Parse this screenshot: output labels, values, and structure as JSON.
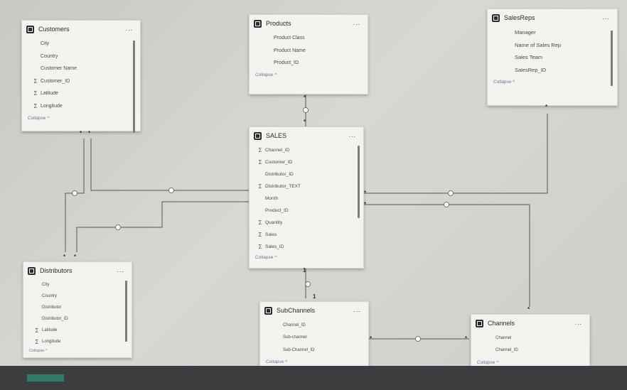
{
  "tables": {
    "customers": {
      "title": "Customers",
      "fields": [
        {
          "name": "City",
          "sum": false
        },
        {
          "name": "Country",
          "sum": false
        },
        {
          "name": "Customer Name",
          "sum": false
        },
        {
          "name": "Customer_ID",
          "sum": true
        },
        {
          "name": "Latitude",
          "sum": true
        },
        {
          "name": "Longitude",
          "sum": true
        }
      ]
    },
    "products": {
      "title": "Products",
      "fields": [
        {
          "name": "Product Class",
          "sum": false
        },
        {
          "name": "Product Name",
          "sum": false
        },
        {
          "name": "Product_ID",
          "sum": false
        }
      ]
    },
    "salesreps": {
      "title": "SalesReps",
      "fields": [
        {
          "name": "Manager",
          "sum": false
        },
        {
          "name": "Name of Sales Rep",
          "sum": false
        },
        {
          "name": "Sales Team",
          "sum": false
        },
        {
          "name": "SalesRep_ID",
          "sum": false
        }
      ]
    },
    "sales": {
      "title": "SALES",
      "fields": [
        {
          "name": "Channel_ID",
          "sum": true
        },
        {
          "name": "Customer_ID",
          "sum": true
        },
        {
          "name": "Distributor_ID",
          "sum": false
        },
        {
          "name": "Distributor_TEXT",
          "sum": true
        },
        {
          "name": "Month",
          "sum": false
        },
        {
          "name": "Product_ID",
          "sum": false
        },
        {
          "name": "Quantity",
          "sum": true
        },
        {
          "name": "Sales",
          "sum": true
        },
        {
          "name": "Sales_ID",
          "sum": true
        }
      ]
    },
    "distributors": {
      "title": "Distributors",
      "fields": [
        {
          "name": "City",
          "sum": false
        },
        {
          "name": "Country",
          "sum": false
        },
        {
          "name": "Distributor",
          "sum": false
        },
        {
          "name": "Distributor_ID",
          "sum": false
        },
        {
          "name": "Latitude",
          "sum": true
        },
        {
          "name": "Longitude",
          "sum": true
        }
      ]
    },
    "subchannels": {
      "title": "SubChannels",
      "fields": [
        {
          "name": "Channel_ID",
          "sum": false
        },
        {
          "name": "Sub-channel",
          "sum": false
        },
        {
          "name": "Sub-Channel_ID",
          "sum": false
        }
      ]
    },
    "channels": {
      "title": "Channels",
      "fields": [
        {
          "name": "Channel",
          "sum": false
        },
        {
          "name": "Channel_ID",
          "sum": false
        }
      ]
    }
  },
  "ui": {
    "collapse_label": "Collapse ^",
    "more_label": "...",
    "sum_symbol": "Σ",
    "many_marker": "*",
    "one_marker": "1"
  }
}
